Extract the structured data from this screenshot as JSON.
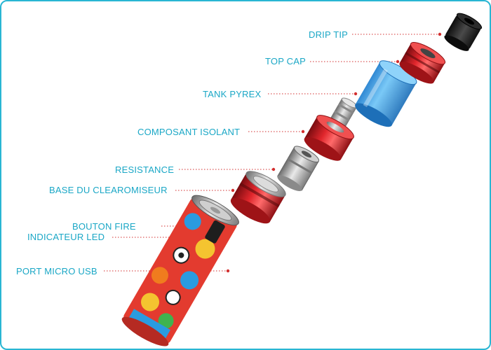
{
  "labels": {
    "drip_tip": "DRIP TIP",
    "top_cap": "TOP CAP",
    "tank_pyrex": "TANK PYREX",
    "composant_isolant": "COMPOSANT ISOLANT",
    "resistance": "RESISTANCE",
    "base_clearomiseur": "BASE DU CLEAROMISEUR",
    "bouton_fire": "BOUTON FIRE",
    "indicateur_led": "INDICATEUR LED",
    "port_micro_usb": "PORT MICRO USB"
  },
  "colors": {
    "label_text": "#1aa7c6",
    "leader_line": "#d32f2f",
    "frame_border": "#29b6d3",
    "red_metal": "#d8262c",
    "tank_glass": "#3ea3e6",
    "drip_tip": "#1c1c1c"
  }
}
